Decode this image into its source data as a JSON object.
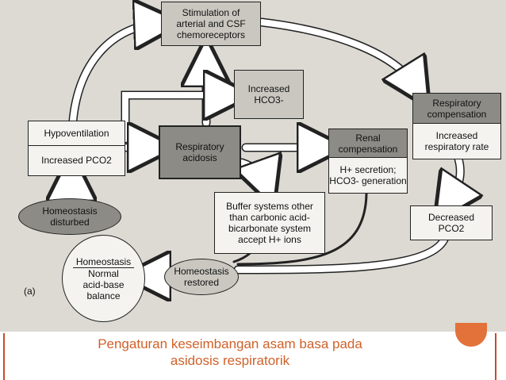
{
  "diagram": {
    "panel_label": "(a)",
    "boxes": {
      "stimulation": [
        "Stimulation of",
        "arterial and CSF",
        "chemoreceptors"
      ],
      "increased_hco3": [
        "Increased",
        "HCO3-"
      ],
      "hypoventilation": {
        "top": "Hypoventilation",
        "bottom": "Increased PCO2"
      },
      "respiratory_acidosis": [
        "Respiratory",
        "acidosis"
      ],
      "renal": {
        "top": "Renal compensation",
        "bottom": [
          "H+ secretion;",
          "HCO3- generation"
        ]
      },
      "respiratory_comp": {
        "top": [
          "Respiratory",
          "compensation"
        ],
        "bottom": [
          "Increased",
          "respiratory rate"
        ]
      },
      "buffer": [
        "Buffer systems other",
        "than carbonic acid-",
        "bicarbonate system",
        "accept H+ ions"
      ],
      "decreased_pco2": [
        "Decreased",
        "PCO2"
      ]
    },
    "ellipses": {
      "homeostasis_disturbed": [
        "Homeostasis",
        "disturbed"
      ],
      "homeostasis_normal": [
        "Homeostasis",
        "Normal",
        "acid-base",
        "balance"
      ],
      "homeostasis_restored": [
        "Homeostasis",
        "restored"
      ]
    }
  },
  "caption": {
    "line1": "Pengaturan keseimbangan asam basa pada",
    "line2": "asidosis respiratorik"
  },
  "colors": {
    "caption": "#d0612a",
    "accent": "#e2723a",
    "border_line": "#c94a2a"
  }
}
